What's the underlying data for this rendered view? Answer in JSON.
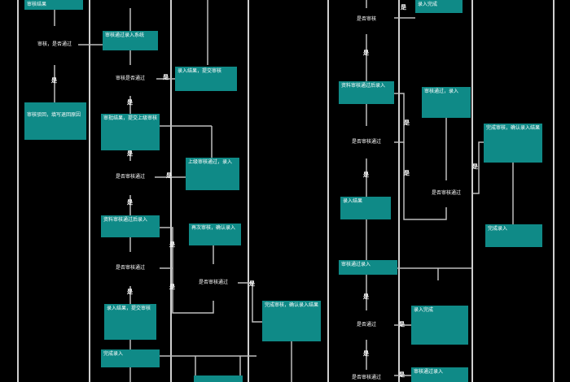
{
  "colors": {
    "background": "#000000",
    "box": "#0f8a87",
    "diamond": "#e8302e",
    "line": "#cfcfcf"
  },
  "diagram": {
    "yes": "是",
    "boxes": {
      "b_top_left": "审核结果",
      "b_right1": "审核通过录入系统",
      "b_left_out": "审核驳回，填写退回原因",
      "b_c2a": "录入结果，提交审核",
      "b_c2b": "审批结果，提交上级审核",
      "b_c3a": "上级审核通过，录入",
      "b_c2c": "资料审核通过后录入",
      "b_c3b": "再次审核，确认录入",
      "b_c2d": "录入结果，提交审核",
      "b_c2e": "完成录入",
      "b_c4a": "完成审核，确认录入结果",
      "b_r1": "录入完成",
      "b_r2": "资料审核通过后录入",
      "b_r3": "审核通过，录入",
      "b_r4": "完成审核，确认录入结果",
      "b_r5": "录入结果",
      "b_r6": "完成录入",
      "b_r7": "审核通过录入",
      "b_r8": "录入完成",
      "b_r9": "审核通过录入"
    },
    "diamonds": {
      "d1": "审核，是否通过",
      "d2": "审核是否通过",
      "d3": "是否审核通过",
      "d4": "是否审核通过",
      "d5": "是否审核通过",
      "d6": "是否审核",
      "d7": "是否审核通过",
      "d8": "是否审核通过",
      "d9": "是否通过",
      "d10": "是否审核通过"
    }
  }
}
